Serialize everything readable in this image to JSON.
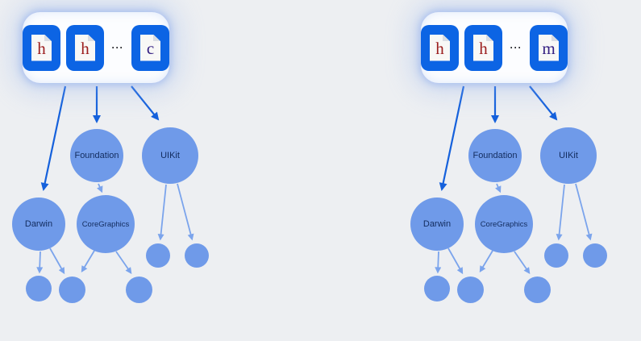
{
  "page": {
    "background": "#edeff2"
  },
  "colors": {
    "file_icon_blue": "#0c64e4",
    "header_letter_red": "#9b1d1d",
    "source_letter_purple": "#352082",
    "node_fill": "#6f9ae9",
    "node_label": "#132c5e",
    "arrow_strong": "#1561dc",
    "arrow_soft": "#7ba4ec",
    "card_background": "#fcfdff"
  },
  "diagrams": [
    {
      "files": [
        {
          "letter": "h"
        },
        {
          "letter": "h"
        },
        {
          "letter": "c"
        }
      ],
      "ellipsis": "···",
      "nodes": {
        "foundation": "Foundation",
        "uikit": "UIKit",
        "darwin": "Darwin",
        "coregraphics": "CoreGraphics"
      },
      "edges": [
        {
          "from": "files",
          "to": "Darwin",
          "style": "strong"
        },
        {
          "from": "files",
          "to": "Foundation",
          "style": "strong"
        },
        {
          "from": "files",
          "to": "UIKit",
          "style": "strong"
        },
        {
          "from": "Foundation",
          "to": "CoreGraphics",
          "style": "soft"
        },
        {
          "from": "Darwin",
          "to": "leaf-1",
          "style": "soft"
        },
        {
          "from": "Darwin",
          "to": "leaf-2",
          "style": "soft"
        },
        {
          "from": "CoreGraphics",
          "to": "leaf-2",
          "style": "soft"
        },
        {
          "from": "CoreGraphics",
          "to": "leaf-3",
          "style": "soft"
        },
        {
          "from": "UIKit",
          "to": "leaf-4",
          "style": "soft"
        },
        {
          "from": "UIKit",
          "to": "leaf-5",
          "style": "soft"
        }
      ]
    },
    {
      "files": [
        {
          "letter": "h"
        },
        {
          "letter": "h"
        },
        {
          "letter": "m"
        }
      ],
      "ellipsis": "···",
      "nodes": {
        "foundation": "Foundation",
        "uikit": "UIKit",
        "darwin": "Darwin",
        "coregraphics": "CoreGraphics"
      },
      "edges": [
        {
          "from": "files",
          "to": "Darwin",
          "style": "strong"
        },
        {
          "from": "files",
          "to": "Foundation",
          "style": "strong"
        },
        {
          "from": "files",
          "to": "UIKit",
          "style": "strong"
        },
        {
          "from": "Foundation",
          "to": "CoreGraphics",
          "style": "soft"
        },
        {
          "from": "Darwin",
          "to": "leaf-1",
          "style": "soft"
        },
        {
          "from": "Darwin",
          "to": "leaf-2",
          "style": "soft"
        },
        {
          "from": "CoreGraphics",
          "to": "leaf-2",
          "style": "soft"
        },
        {
          "from": "CoreGraphics",
          "to": "leaf-3",
          "style": "soft"
        },
        {
          "from": "UIKit",
          "to": "leaf-4",
          "style": "soft"
        },
        {
          "from": "UIKit",
          "to": "leaf-5",
          "style": "soft"
        }
      ]
    }
  ]
}
